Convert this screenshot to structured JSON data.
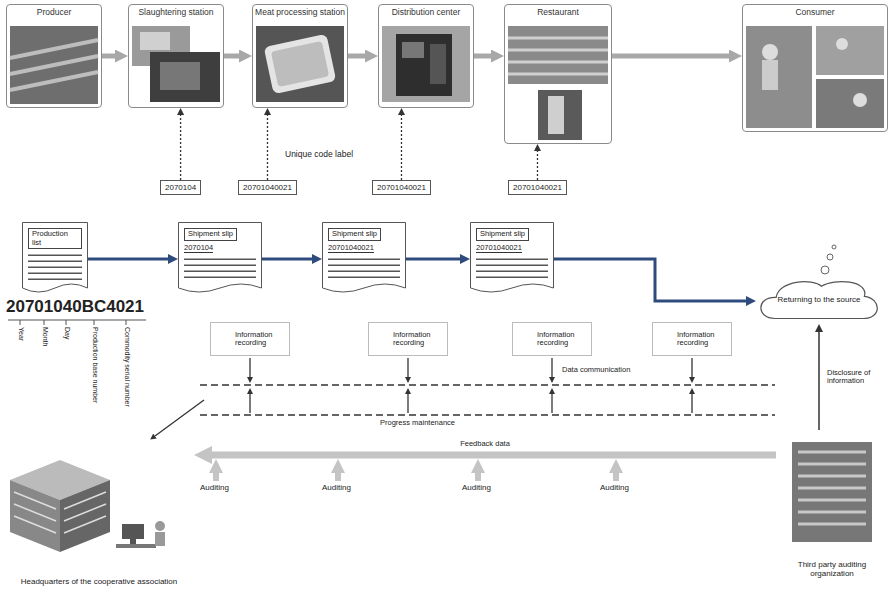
{
  "diagram": {
    "nodes": [
      {
        "text": [
          "Producer"
        ]
      },
      {
        "text": [
          "Slaughtering station"
        ]
      },
      {
        "text": [
          "Meat processing station"
        ]
      },
      {
        "text": [
          "Distribution center"
        ]
      },
      {
        "text": [
          "Restaurant"
        ]
      },
      {
        "text": [
          "Consumer"
        ]
      },
      {
        "text": [
          "2070104"
        ]
      },
      {
        "text": [
          "20701040021"
        ]
      },
      {
        "text": [
          "20701040021"
        ]
      },
      {
        "text": [
          "20701040021"
        ]
      },
      {
        "text": [
          "Production list"
        ]
      },
      {
        "text": [
          "Shipment slip",
          "2070104"
        ]
      },
      {
        "text": [
          "Shipment slip",
          "20701040021"
        ]
      },
      {
        "text": [
          "Shipment slip",
          "20701040021"
        ]
      },
      {
        "text": [
          "Returning to the source"
        ]
      },
      {
        "text": [
          "Information recording"
        ]
      },
      {
        "text": [
          "Information recording"
        ]
      },
      {
        "text": [
          "Information recording"
        ]
      },
      {
        "text": [
          "Information recording"
        ]
      },
      {
        "text": [
          "Headquarters of the cooperative association"
        ]
      },
      {
        "text": [
          "Third party auditing organization"
        ]
      }
    ],
    "edges": [
      {
        "from": 0,
        "to": 1,
        "arrow": "to"
      },
      {
        "from": 1,
        "to": 2,
        "arrow": "to"
      },
      {
        "from": 2,
        "to": 3,
        "arrow": "to"
      },
      {
        "from": 3,
        "to": 4,
        "arrow": "to"
      },
      {
        "from": 4,
        "to": 5,
        "arrow": "to"
      },
      {
        "from": 6,
        "to": 1,
        "arrow": "to"
      },
      {
        "from": 7,
        "to": 2,
        "arrow": "to"
      },
      {
        "from": 8,
        "to": 3,
        "arrow": "to"
      },
      {
        "from": 9,
        "to": 4,
        "arrow": "to"
      },
      {
        "from": 10,
        "to": 11,
        "arrow": "to"
      },
      {
        "from": 11,
        "to": 12,
        "arrow": "to"
      },
      {
        "from": 12,
        "to": 13,
        "arrow": "to"
      },
      {
        "from": 13,
        "to": 14,
        "arrow": "to"
      },
      {
        "from": 20,
        "to": 14,
        "label": "Disclosure of information",
        "arrow": "to"
      },
      {
        "from": 20,
        "to": 19,
        "label": "Feedback data",
        "arrow": "to"
      }
    ],
    "labels": [
      "Unique code label",
      "20701040BC4021",
      "Year",
      "Month",
      "Day",
      "Production base number",
      "Commodity serial number",
      "Data communication",
      "Progress maintenance",
      "Auditing",
      "Auditing",
      "Auditing",
      "Auditing"
    ]
  }
}
